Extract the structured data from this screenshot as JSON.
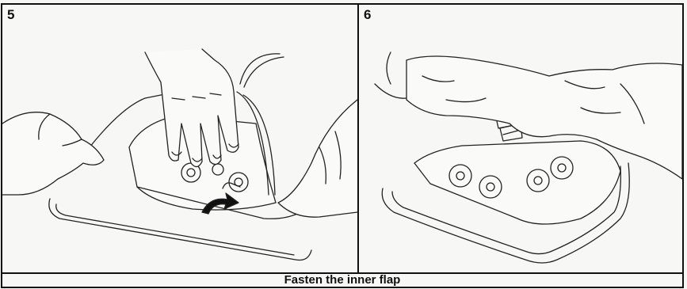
{
  "panels": [
    {
      "step": "5"
    },
    {
      "step": "6"
    }
  ],
  "caption": "Fasten the inner flap"
}
